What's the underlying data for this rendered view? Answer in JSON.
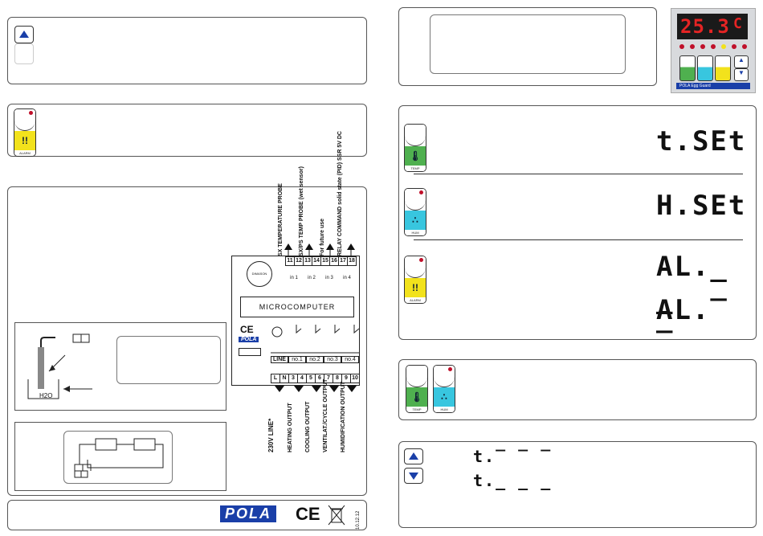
{
  "labels": {
    "alarm": "ALARM",
    "temp": "TEMP",
    "hum": "HUM"
  },
  "device_display": {
    "reading": "25.3",
    "unit": "C",
    "brand": "POLA",
    "model": "Egg Guard"
  },
  "displays": {
    "tset": "t.SEt",
    "hset": "H.SEt",
    "al_low": "AL._ _",
    "al_high": "AL.‾ ‾",
    "t_high": "t.‾ ‾ ‾",
    "t_low": "t._ _ _"
  },
  "wiring": {
    "microcomputer": "MICROCOMPUTER",
    "brand_small": "DIMASON",
    "top_terminals": [
      "11",
      "12",
      "13",
      "14",
      "15",
      "16",
      "17",
      "18"
    ],
    "inputs": [
      "in 1",
      "in 2",
      "in 3",
      "in 4"
    ],
    "outputs": [
      "no.1",
      "no.2",
      "no.3",
      "no.4"
    ],
    "line": "LINE",
    "bottom_terminals": [
      "L",
      "N",
      "3",
      "4",
      "5",
      "6",
      "7",
      "8",
      "9",
      "10"
    ],
    "top_labels": [
      "SX TEMPERATURE PROBE",
      "SX/PS TEMP PROBE (wet sensor)",
      "For future use",
      "RELAY COMMAND solid state (PID) SSR 5V DC"
    ],
    "bottom_labels": [
      "230V LINE*",
      "HEATING OUTPUT",
      "COOLING OUTPUT",
      "VENTILAT./CYCLE OUTPUT",
      "HUMIDIFICATION OUTPUT"
    ]
  },
  "sensor": {
    "water": "H2O"
  },
  "footer": {
    "brand": "POLA",
    "ce": "CE",
    "date": "10.12.12"
  },
  "colors": {
    "led_red": "#d0102a",
    "display_bg": "#c4101f",
    "temp_green": "#4fb04f",
    "hum_cyan": "#38c6df",
    "alarm_yellow": "#f2e21c",
    "brand_blue": "#1a3fa8"
  }
}
